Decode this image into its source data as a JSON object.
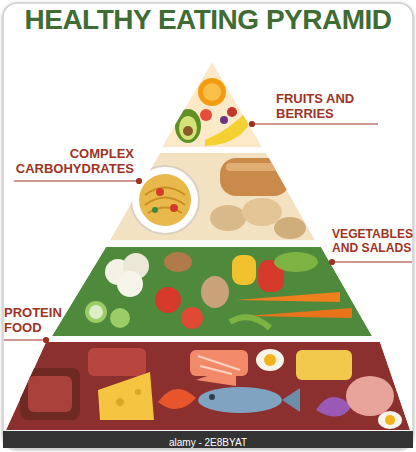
{
  "diagram": {
    "title": "HEALTHY EATING PYRAMID",
    "labels": [
      "FRUITS AND BERRIES",
      "COMPLEX CARBOHYDRATES",
      "VEGETABLES AND SALADS",
      "PROTEIN FOOD",
      "alamy - 2E8BYAT"
    ]
  }
}
